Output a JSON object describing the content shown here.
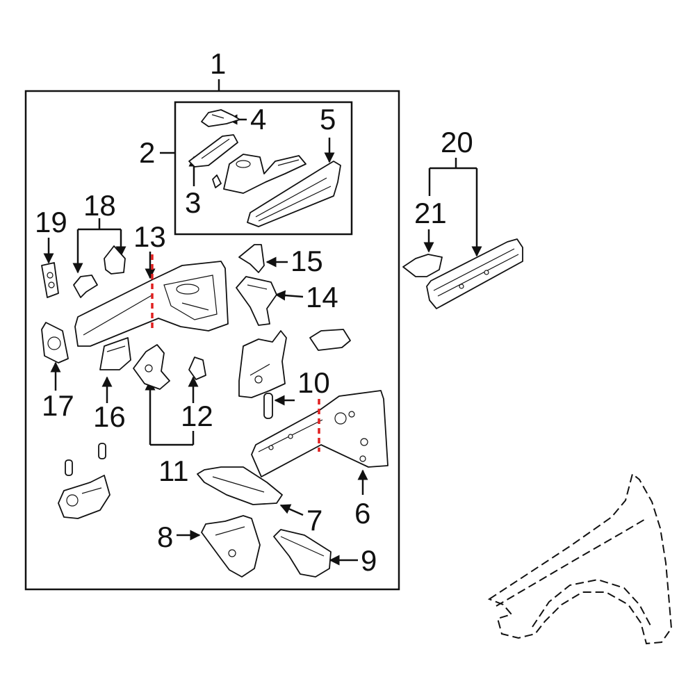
{
  "callouts": {
    "c1": "1",
    "c2": "2",
    "c3": "3",
    "c4": "4",
    "c5": "5",
    "c6": "6",
    "c7": "7",
    "c8": "8",
    "c9": "9",
    "c10": "10",
    "c11": "11",
    "c12": "12",
    "c13": "13",
    "c14": "14",
    "c15": "15",
    "c16": "16",
    "c17": "17",
    "c18": "18",
    "c19": "19",
    "c20": "20",
    "c21": "21"
  },
  "colors": {
    "highlight_part": "#2f4fb8",
    "cut_line": "#e02020",
    "line": "#111111"
  }
}
